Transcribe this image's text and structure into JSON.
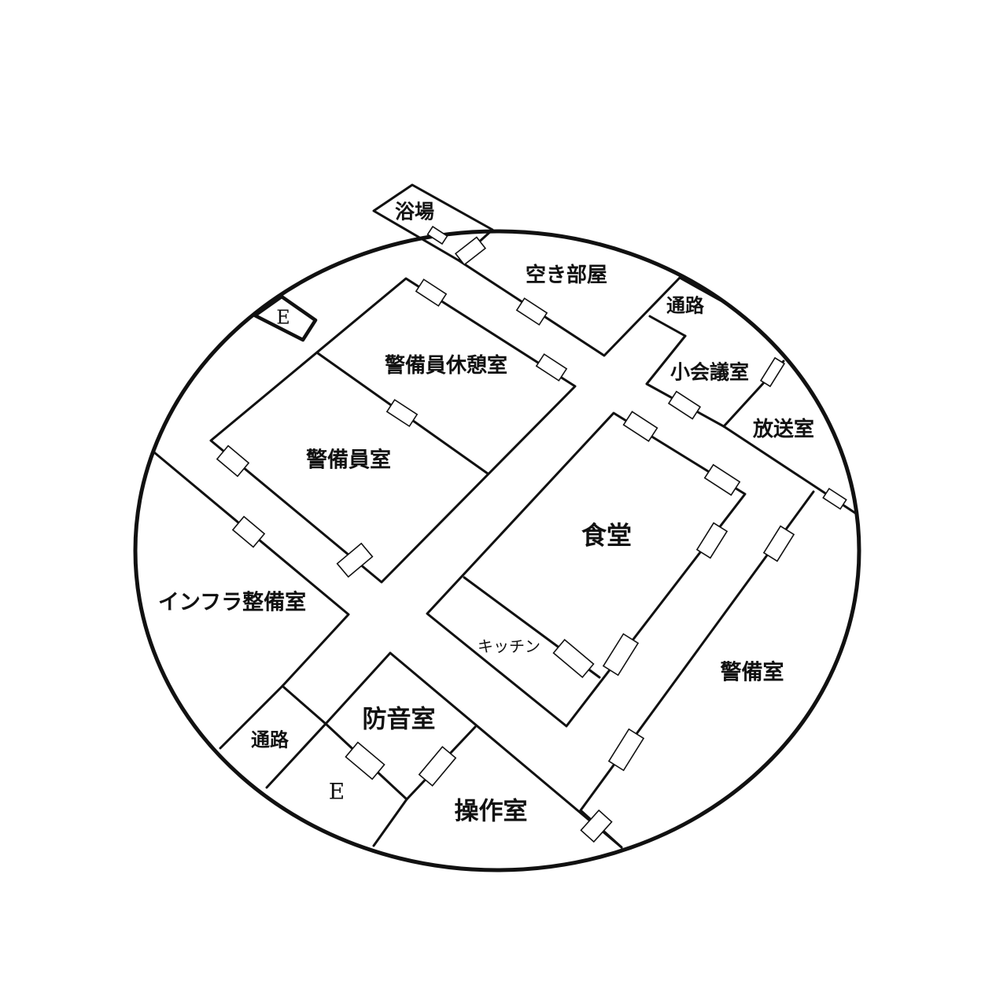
{
  "floor_plan": {
    "rooms": {
      "bath": "浴場",
      "empty_room": "空き部屋",
      "passage_upper": "通路",
      "small_meeting": "小会議室",
      "broadcast": "放送室",
      "guard_lounge": "警備員休憩室",
      "guard_room": "警備員室",
      "dining": "食堂",
      "kitchen": "キッチン",
      "infra": "インフラ整備室",
      "security_right": "警備室",
      "passage_lower": "通路",
      "soundproof": "防音室",
      "operation": "操作室",
      "elevator_upper": "E",
      "elevator_lower": "E"
    }
  }
}
